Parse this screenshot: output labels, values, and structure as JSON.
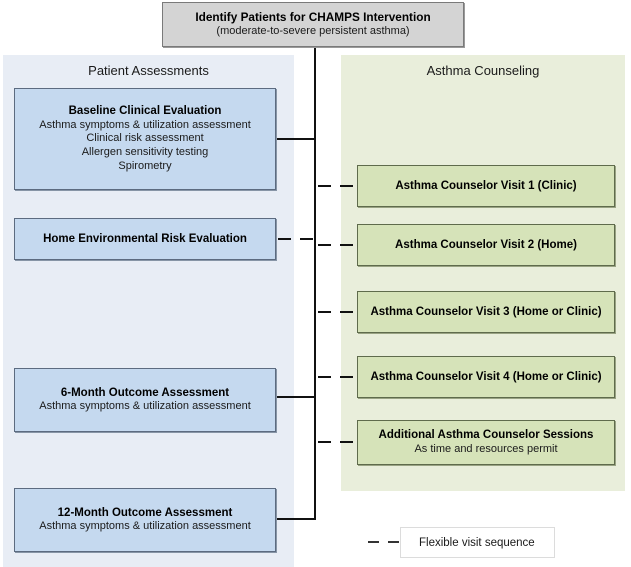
{
  "top_node": {
    "title": "Identify Patients for CHAMPS Intervention",
    "subtitle": "(moderate-to-severe persistent asthma)"
  },
  "assessments_panel": {
    "title": "Patient Assessments",
    "nodes": [
      {
        "title": "Baseline Clinical Evaluation",
        "lines": [
          "Asthma symptoms & utilization assessment",
          "Clinical risk assessment",
          "Allergen sensitivity testing",
          "Spirometry"
        ]
      },
      {
        "title": "Home Environmental Risk Evaluation",
        "lines": []
      },
      {
        "title": "6-Month Outcome Assessment",
        "lines": [
          "Asthma symptoms & utilization assessment"
        ]
      },
      {
        "title": "12-Month Outcome Assessment",
        "lines": [
          "Asthma symptoms & utilization assessment"
        ]
      }
    ]
  },
  "counseling_panel": {
    "title": "Asthma Counseling",
    "nodes": [
      {
        "title": "Asthma Counselor Visit 1 (Clinic)",
        "lines": []
      },
      {
        "title": "Asthma Counselor Visit 2 (Home)",
        "lines": []
      },
      {
        "title": "Asthma Counselor Visit 3 (Home or Clinic)",
        "lines": []
      },
      {
        "title": "Asthma Counselor Visit 4 (Home or Clinic)",
        "lines": []
      },
      {
        "title": "Additional Asthma Counselor Sessions",
        "lines": [
          "As time and resources permit"
        ]
      }
    ]
  },
  "legend": {
    "label": "Flexible visit sequence"
  },
  "colors": {
    "assessments_panel_bg": "#e8edf5",
    "counseling_panel_bg": "#e9eedb",
    "assessment_node_bg": "#c5d9ef",
    "counseling_node_bg": "#d6e3b9",
    "top_node_bg": "#d4d4d4",
    "connector": "#111111"
  }
}
